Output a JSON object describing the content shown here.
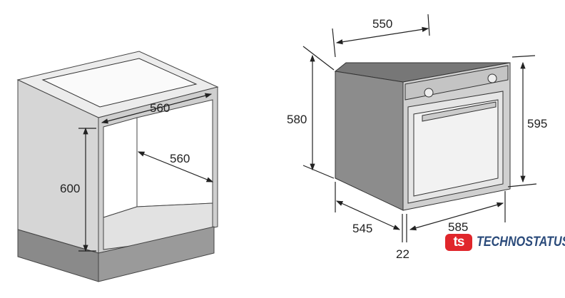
{
  "cabinet": {
    "width_label": "560",
    "depth_label": "560",
    "height_label": "600"
  },
  "oven": {
    "depth_label": "550",
    "height_label": "580",
    "front_height_label": "595",
    "side_depth_label": "545",
    "front_width_label": "585",
    "panel_label": "22"
  },
  "logo": {
    "mark": "ts",
    "text": "TECHNOSTATUS"
  },
  "colors": {
    "panel": "#d6d6d6",
    "dark": "#8a8a8a",
    "line": "#222222",
    "brand_red": "#e0262b",
    "brand_blue": "#2a4a7a"
  }
}
